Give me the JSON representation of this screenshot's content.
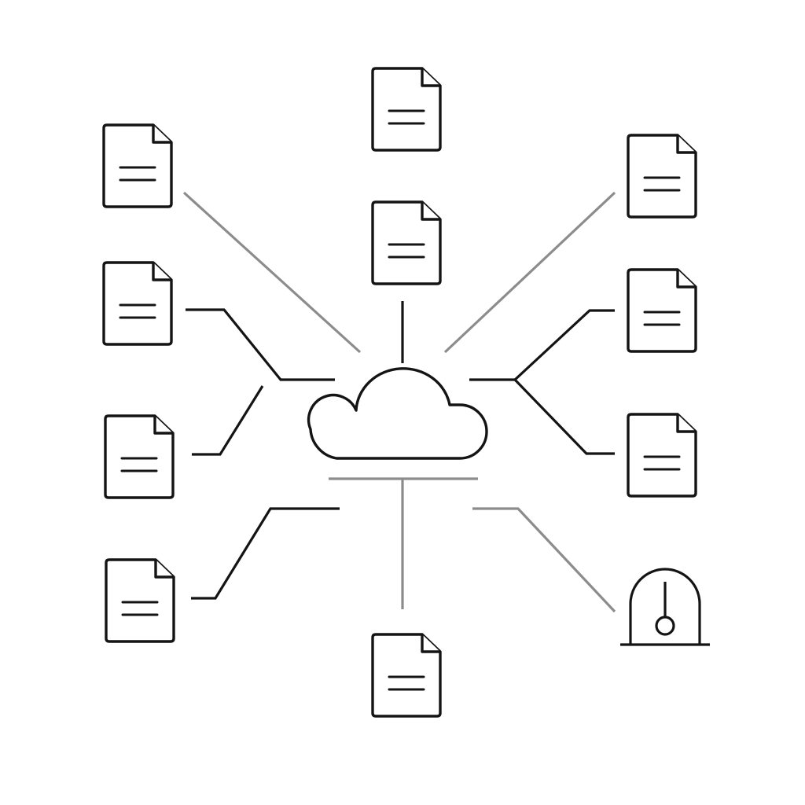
{
  "diagram": {
    "hub": {
      "icon": "cloud-icon"
    },
    "nodes": [
      {
        "id": "doc-top",
        "icon": "document-icon",
        "connector": "gray"
      },
      {
        "id": "doc-upper-center",
        "icon": "document-icon",
        "connector": "dark"
      },
      {
        "id": "doc-left-1",
        "icon": "document-icon",
        "connector": "gray"
      },
      {
        "id": "doc-left-2",
        "icon": "document-icon",
        "connector": "dark"
      },
      {
        "id": "doc-left-3",
        "icon": "document-icon",
        "connector": "dark"
      },
      {
        "id": "doc-left-4",
        "icon": "document-icon",
        "connector": "dark"
      },
      {
        "id": "doc-right-1",
        "icon": "document-icon",
        "connector": "gray"
      },
      {
        "id": "doc-right-2",
        "icon": "document-icon",
        "connector": "dark"
      },
      {
        "id": "doc-right-3",
        "icon": "document-icon",
        "connector": "dark"
      },
      {
        "id": "doc-bottom",
        "icon": "document-icon",
        "connector": "gray"
      },
      {
        "id": "gauge",
        "icon": "gauge-icon",
        "connector": "gray"
      }
    ],
    "colors": {
      "stroke": "#141414",
      "connector_gray": "#8c8c8c",
      "background": "#ffffff"
    }
  }
}
